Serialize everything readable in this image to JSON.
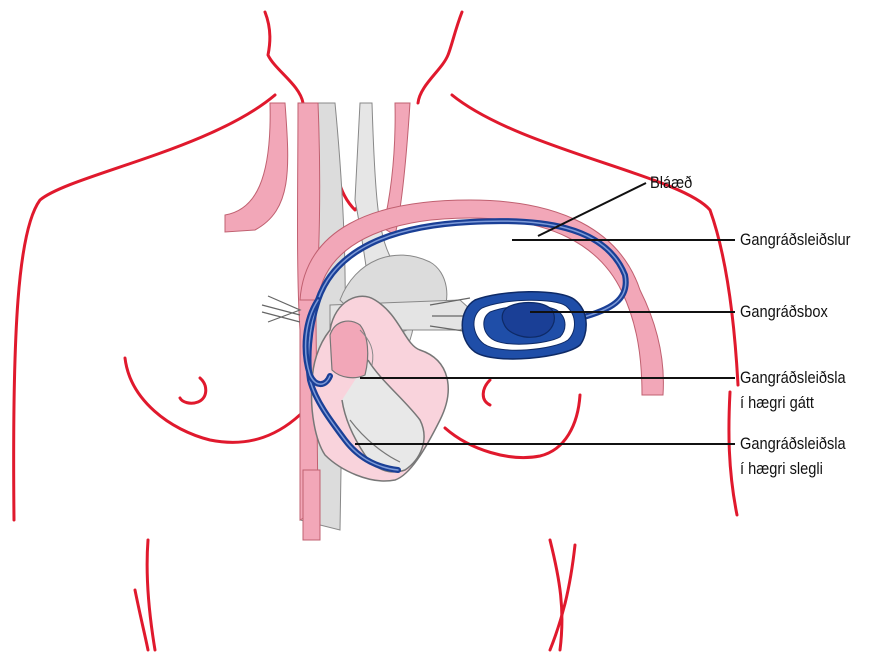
{
  "diagram": {
    "labels": {
      "vein": "Bláæð",
      "pacemaker_lead": "Gangráðsleiðslur",
      "pacemaker_box": "Gangráðsbox",
      "atrium_lead_line1": "Gangráðsleiðsla",
      "atrium_lead_line2": "í hægri gátt",
      "ventricle_lead_line1": "Gangráðsleiðsla",
      "ventricle_lead_line2": "í hægri slegli"
    },
    "colors": {
      "body_outline": "#e0192d",
      "vessel_pink": "#f2a7b8",
      "vessel_pink_light": "#f9d3dc",
      "vessel_grey": "#dcdcdc",
      "lead_blue": "#1a3f96",
      "device_blue": "#1f4ea8",
      "leader_line": "#111111"
    }
  }
}
